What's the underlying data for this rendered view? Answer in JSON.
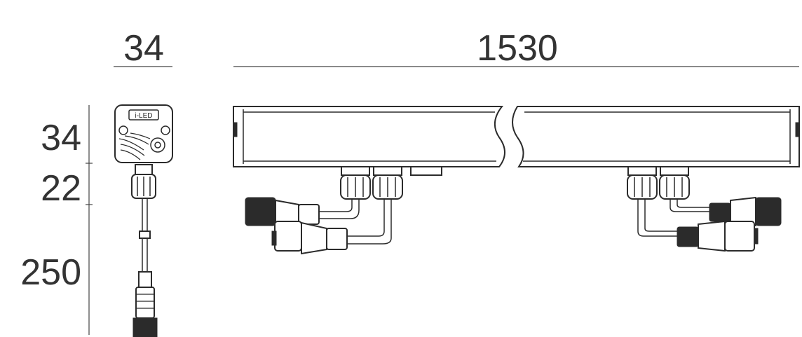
{
  "dimensions": {
    "profile_width": "34",
    "length": "1530",
    "profile_height": "34",
    "gland_height": "22",
    "cable_length": "250"
  },
  "label": {
    "end_cap_logo": "i-LED"
  },
  "colors": {
    "line": "#2b2b2b",
    "text": "#333333",
    "background": "#ffffff"
  }
}
